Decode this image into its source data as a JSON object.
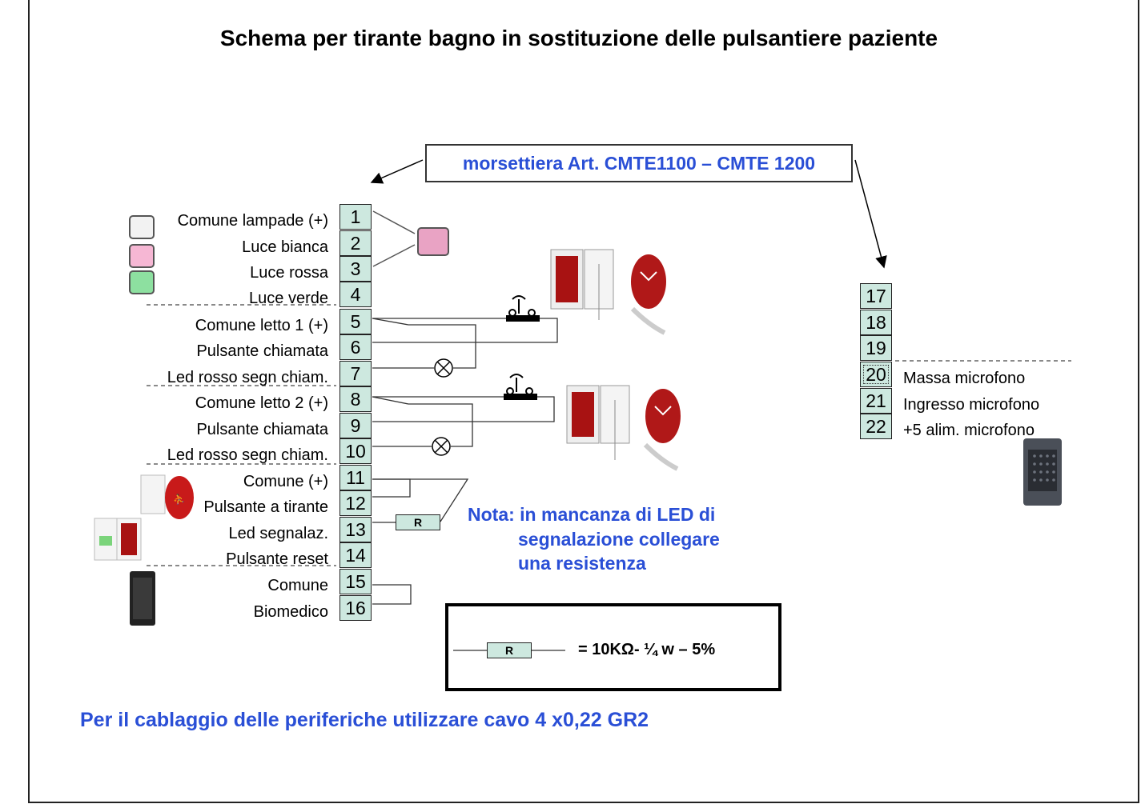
{
  "title": "Schema per tirante bagno in sostituzione delle pulsantiere paziente",
  "terminal_block_label": "morsettiera Art. CMTE1100 – CMTE 1200",
  "left_terminals": [
    {
      "num": "1",
      "label": "Comune lampade (+)"
    },
    {
      "num": "2",
      "label": "Luce bianca"
    },
    {
      "num": "3",
      "label": "Luce rossa"
    },
    {
      "num": "4",
      "label": "Luce verde"
    },
    {
      "num": "5",
      "label": "Comune letto 1 (+)"
    },
    {
      "num": "6",
      "label": "Pulsante chiamata"
    },
    {
      "num": "7",
      "label": "Led rosso segn chiam."
    },
    {
      "num": "8",
      "label": "Comune letto 2 (+)"
    },
    {
      "num": "9",
      "label": "Pulsante chiamata"
    },
    {
      "num": "10",
      "label": "Led rosso segn chiam."
    },
    {
      "num": "11",
      "label": "Comune  (+)"
    },
    {
      "num": "12",
      "label": "Pulsante a tirante"
    },
    {
      "num": "13",
      "label": "Led segnalaz."
    },
    {
      "num": "14",
      "label": "Pulsante reset"
    },
    {
      "num": "15",
      "label": "Comune"
    },
    {
      "num": "16",
      "label": "Biomedico"
    }
  ],
  "right_terminals": [
    {
      "num": "17",
      "label": ""
    },
    {
      "num": "18",
      "label": ""
    },
    {
      "num": "19",
      "label": ""
    },
    {
      "num": "20",
      "label": "Massa microfono"
    },
    {
      "num": "21",
      "label": "Ingresso microfono"
    },
    {
      "num": "22",
      "label": "+5 alim. microfono"
    }
  ],
  "resistor_symbol": "R",
  "note": {
    "line1": "Nota: in mancanza di LED di",
    "line2": "segnalazione collegare",
    "line3": "una resistenza"
  },
  "legend": {
    "symbol": "R",
    "text": "=  10KΩ- ¼ w – 5%"
  },
  "footer": "Per il cablaggio delle periferiche utilizzare cavo 4 x0,22 GR2",
  "colors": {
    "accent_blue": "#2a4fd6",
    "terminal_fill": "#cde8df",
    "device_red": "#b01818"
  }
}
